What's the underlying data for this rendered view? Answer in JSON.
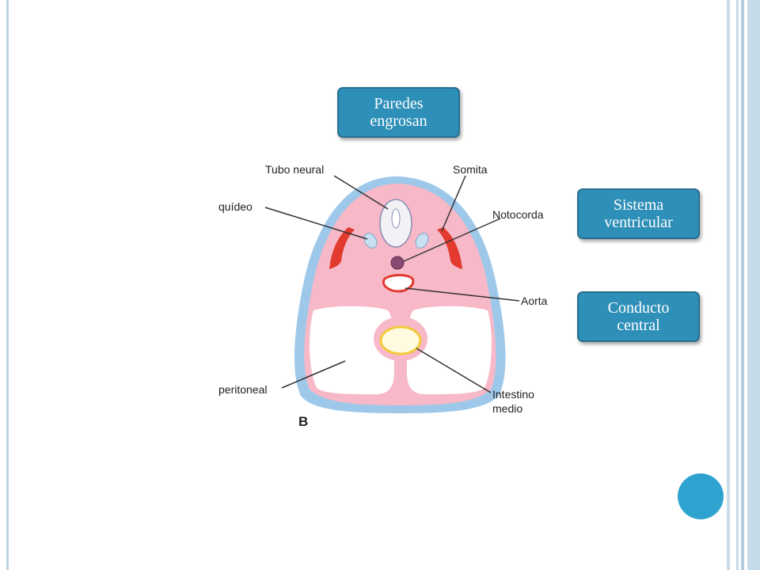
{
  "callouts": {
    "paredes": "Paredes\nengrosan",
    "sistema": "Sistema\nventricular",
    "conducto": "Conducto\ncentral"
  },
  "diagram": {
    "labels": {
      "tubo_neural": "Tubo neural",
      "somita": "Somita",
      "ganglio": "quídeo",
      "notocorda": "Notocorda",
      "aorta": "Aorta",
      "peritoneal": "peritoneal",
      "intestino_1": "Intestino",
      "intestino_2": "medio",
      "panel": "B"
    }
  },
  "colors": {
    "accent": "#2e8fb8",
    "tissue_pink": "#f7b8c8",
    "membrane_blue": "#9ec8ea",
    "somite_red": "#e23a2e"
  }
}
